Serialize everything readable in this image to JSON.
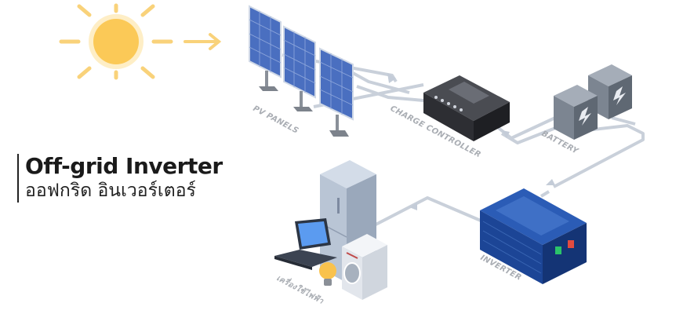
{
  "title": {
    "english": "Off-grid Inverter",
    "thai": "ออฟกริด อินเวอร์เตอร์"
  },
  "labels": {
    "pv_panels": "PV PANELS",
    "charge_controller": "CHARGE CONTROLLER",
    "battery": "BATTERY",
    "inverter": "INVERTER",
    "appliances": "เครื่องใช้ไฟฟ้า"
  },
  "colors": {
    "sun": "#f9c24d",
    "sun_core": "#fbc957",
    "sun_rays": "#f9d27a",
    "panel": "#3d5fb0",
    "wire": "#c4ccd8",
    "inverter": "#1f4fa0",
    "controller": "#2e2f33",
    "battery": "#6e7681",
    "label": "#a9adb3"
  },
  "icons": [
    "sun-icon",
    "arrow-right-icon",
    "solar-panel-icon",
    "charge-controller-icon",
    "battery-icon",
    "inverter-icon",
    "fridge-icon",
    "laptop-icon",
    "washing-machine-icon",
    "light-bulb-icon"
  ]
}
